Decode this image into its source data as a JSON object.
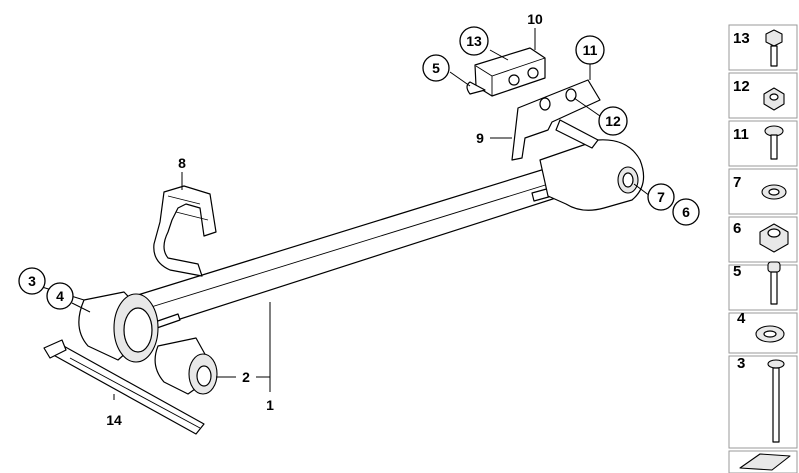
{
  "callouts": {
    "c1": "1",
    "c2": "2",
    "c3": "3",
    "c4": "4",
    "c5": "5",
    "c6": "6",
    "c7": "7",
    "c8": "8",
    "c9": "9",
    "c10": "10",
    "c11": "11",
    "c12": "12",
    "c13": "13",
    "c14": "14"
  },
  "parts_panel": [
    {
      "num": "13",
      "icon": "hex-bolt-icon"
    },
    {
      "num": "12",
      "icon": "hex-nut-icon"
    },
    {
      "num": "11",
      "icon": "pan-head-screw-icon"
    },
    {
      "num": "7",
      "icon": "washer-icon"
    },
    {
      "num": "6",
      "icon": "self-locking-nut-icon"
    },
    {
      "num": "5",
      "icon": "socket-head-screw-icon"
    },
    {
      "num": "4",
      "icon": "flat-washer-icon"
    },
    {
      "num": "3",
      "icon": "long-bolt-icon"
    },
    {
      "num": "",
      "icon": "set-icon"
    }
  ]
}
